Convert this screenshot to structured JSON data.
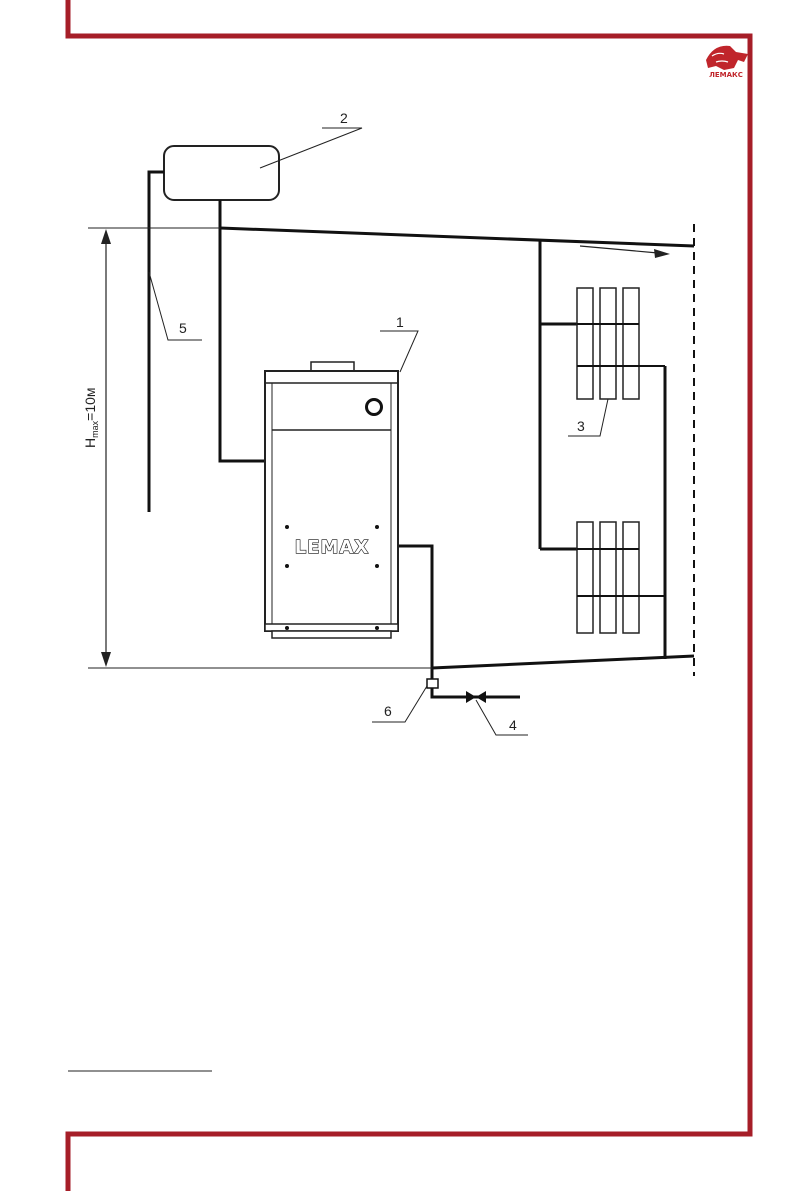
{
  "logo": {
    "text": "ЛЕМАКС",
    "icon": "lion-head-icon"
  },
  "colors": {
    "frame": "#a61e28",
    "line": "#222222",
    "pipe": "#111111"
  },
  "boiler": {
    "brand": "LEMAX"
  },
  "callouts": {
    "boiler": "1",
    "expansion_tank": "2",
    "radiator": "3",
    "valve": "4",
    "overflow_pipe": "5",
    "drain_fitting": "6"
  },
  "dimension": {
    "symbol": "H",
    "subscript": "max",
    "value": "=10м"
  }
}
